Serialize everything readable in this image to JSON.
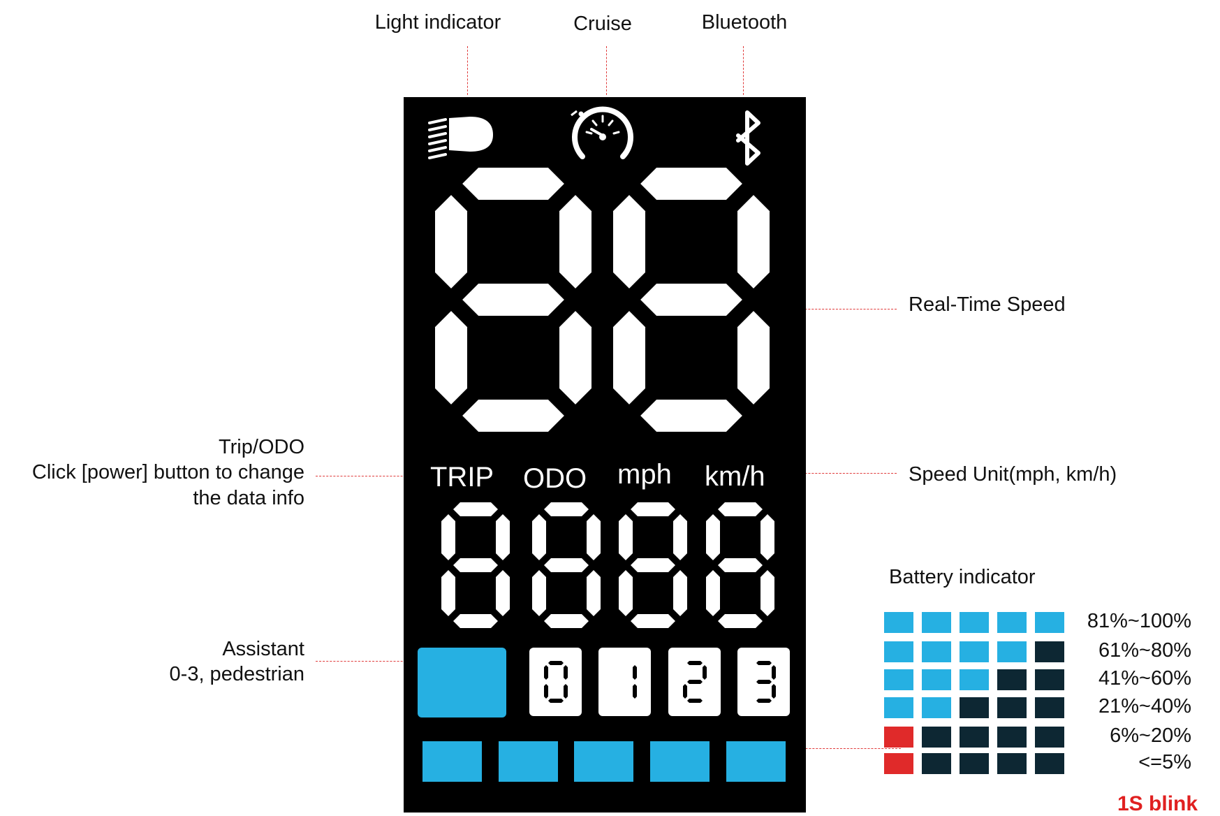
{
  "labels": {
    "light_indicator": "Light indicator",
    "cruise": "Cruise",
    "bluetooth": "Bluetooth",
    "real_time_speed": "Real-Time Speed",
    "trip_odo_title": "Trip/ODO",
    "trip_odo_line2": "Click [power] button to change",
    "trip_odo_line3": "the data info",
    "speed_unit": "Speed Unit(mph, km/h)",
    "assistant_title": "Assistant",
    "assistant_line2": "0-3, pedestrian"
  },
  "display": {
    "unit_trip": "TRIP",
    "unit_odo": "ODO",
    "unit_mph": "mph",
    "unit_kmh": "km/h",
    "assist_levels": [
      "0",
      "1",
      "2",
      "3"
    ],
    "speed_digits_all_segments_lit": true,
    "trip_digits_all_segments_lit": true,
    "battery_bars_lit": 5
  },
  "battery": {
    "title": "Battery indicator",
    "rows": [
      {
        "range": "81%~100%",
        "cells": [
          "blue",
          "blue",
          "blue",
          "blue",
          "blue"
        ]
      },
      {
        "range": "61%~80%",
        "cells": [
          "blue",
          "blue",
          "blue",
          "blue",
          "dark"
        ]
      },
      {
        "range": "41%~60%",
        "cells": [
          "blue",
          "blue",
          "blue",
          "dark",
          "dark"
        ]
      },
      {
        "range": "21%~40%",
        "cells": [
          "blue",
          "blue",
          "dark",
          "dark",
          "dark"
        ]
      },
      {
        "range": "6%~20%",
        "cells": [
          "red",
          "dark",
          "dark",
          "dark",
          "dark"
        ]
      },
      {
        "range": "<=5%",
        "cells": [
          "red",
          "dark",
          "dark",
          "dark",
          "dark"
        ]
      }
    ],
    "blink_note": "1S blink"
  },
  "colors": {
    "blue": "#26b0e2",
    "dark": "#0d2733",
    "red": "#e02a2a",
    "callout": "#e03a3a",
    "lcd_bg": "#000000"
  },
  "icons": [
    "headlight-icon",
    "speedometer-icon",
    "bluetooth-icon",
    "pedestrian-bike-icon"
  ]
}
